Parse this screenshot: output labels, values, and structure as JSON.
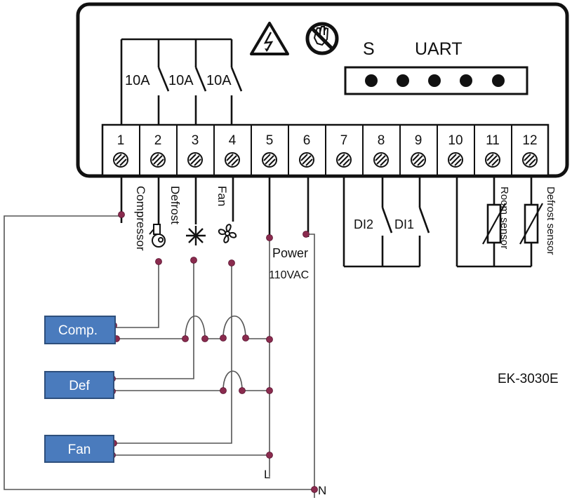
{
  "header": {
    "s_label": "S",
    "uart_label": "UART",
    "warning_icon": "high-voltage-warning-icon",
    "notouch_icon": "do-not-touch-icon"
  },
  "relays": [
    "10A",
    "10A",
    "10A"
  ],
  "terminals": [
    "1",
    "2",
    "3",
    "4",
    "5",
    "6",
    "7",
    "8",
    "9",
    "10",
    "11",
    "12"
  ],
  "outputs": {
    "compressor": "Compressor",
    "defrost": "Defrost",
    "fan": "Fan",
    "compressor_icon": "compressor-icon",
    "defrost_icon": "snowflake-icon",
    "fan_icon": "fan-icon"
  },
  "power": {
    "label": "Power",
    "voltage": "110VAC"
  },
  "inputs": {
    "di2": "DI2",
    "di1": "DI1"
  },
  "sensors": {
    "room": "Room sensor",
    "defrost": "Defrost sensor"
  },
  "loads": [
    "Comp.",
    "Def",
    "Fan"
  ],
  "lines": {
    "l": "L",
    "n": "N"
  },
  "model": "EK-3030E",
  "colors": {
    "load_box": "#4a7bbd",
    "load_border": "#2e4f7c",
    "junction": "#8a2b4e"
  }
}
